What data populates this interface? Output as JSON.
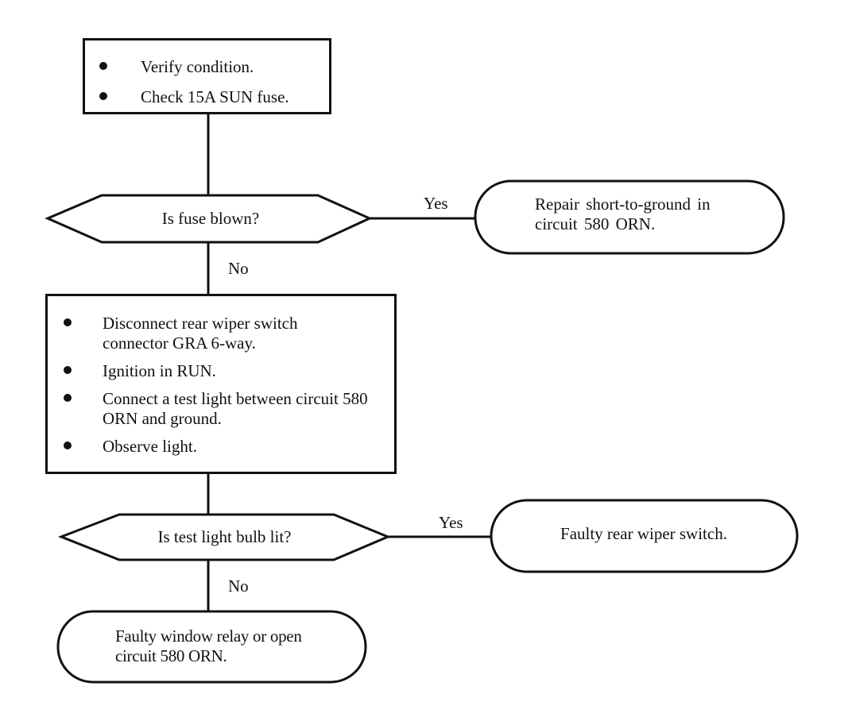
{
  "start_box": {
    "bullets": [
      "Verify condition.",
      "Check 15A SUN fuse."
    ]
  },
  "decision1": {
    "question": "Is fuse blown?",
    "yes_label": "Yes",
    "no_label": "No",
    "yes_result": "Repair short-to-ground in circuit 580 ORN."
  },
  "step_box": {
    "bullets": [
      "Disconnect rear wiper switch connector GRA 6-way.",
      "Ignition in RUN.",
      "Connect a test light between circuit 580 ORN and ground.",
      "Observe light."
    ]
  },
  "decision2": {
    "question": "Is test light bulb lit?",
    "yes_label": "Yes",
    "no_label": "No",
    "yes_result": "Faulty rear wiper switch.",
    "no_result": "Faulty window relay or open circuit 580 ORN."
  }
}
